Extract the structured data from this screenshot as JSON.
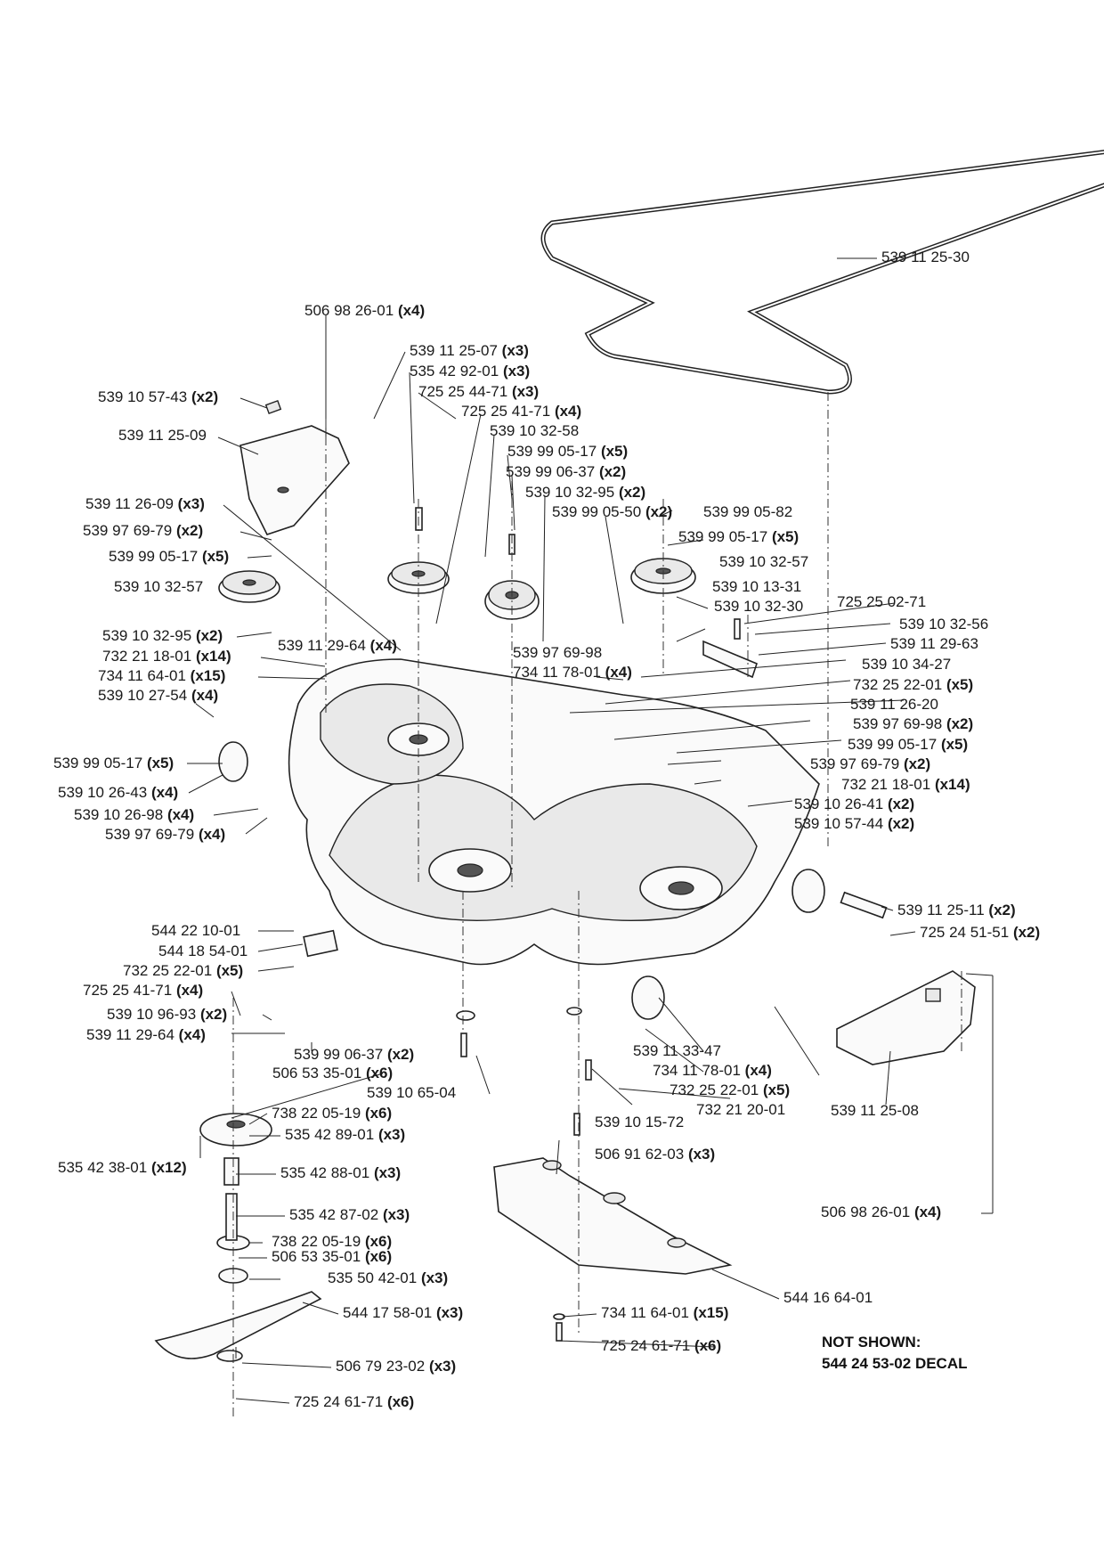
{
  "labels": [
    {
      "id": "l1",
      "pn": "539 11 25-30",
      "qty": ""
    },
    {
      "id": "l2",
      "pn": "506 98 26-01",
      "qty": "(x4)"
    },
    {
      "id": "l3",
      "pn": "539 11 25-07",
      "qty": "(x3)"
    },
    {
      "id": "l4",
      "pn": "535 42 92-01",
      "qty": "(x3)"
    },
    {
      "id": "l5",
      "pn": "725 25 44-71",
      "qty": "(x3)"
    },
    {
      "id": "l6",
      "pn": "725 25 41-71",
      "qty": "(x4)"
    },
    {
      "id": "l7",
      "pn": "539 10 32-58",
      "qty": ""
    },
    {
      "id": "l8",
      "pn": "539 99 05-17",
      "qty": "(x5)"
    },
    {
      "id": "l9",
      "pn": "539 99 06-37",
      "qty": "(x2)"
    },
    {
      "id": "l10",
      "pn": "539 10 32-95",
      "qty": "(x2)"
    },
    {
      "id": "l11",
      "pn": "539 99 05-50",
      "qty": "(x2)"
    },
    {
      "id": "l12",
      "pn": "539 99 05-82",
      "qty": ""
    },
    {
      "id": "l13",
      "pn": "539 10 57-43",
      "qty": "(x2)"
    },
    {
      "id": "l14",
      "pn": "539 11 25-09",
      "qty": ""
    },
    {
      "id": "l15",
      "pn": "539 11 26-09",
      "qty": "(x3)"
    },
    {
      "id": "l16",
      "pn": "539 97 69-79",
      "qty": "(x2)"
    },
    {
      "id": "l17",
      "pn": "539 99 05-17",
      "qty": "(x5)"
    },
    {
      "id": "l18",
      "pn": "539 10 32-57",
      "qty": ""
    },
    {
      "id": "l19",
      "pn": "539 10 32-95",
      "qty": "(x2)"
    },
    {
      "id": "l20",
      "pn": "539 11 29-64",
      "qty": "(x4)"
    },
    {
      "id": "l21",
      "pn": "732 21 18-01",
      "qty": "(x14)"
    },
    {
      "id": "l22",
      "pn": "734 11 64-01",
      "qty": "(x15)"
    },
    {
      "id": "l23",
      "pn": "539 10 27-54",
      "qty": "(x4)"
    },
    {
      "id": "l24",
      "pn": "539 99 05-17",
      "qty": "(x5)"
    },
    {
      "id": "l25",
      "pn": "539 10 32-57",
      "qty": ""
    },
    {
      "id": "l26",
      "pn": "539 10 13-31",
      "qty": ""
    },
    {
      "id": "l27",
      "pn": "539 10 32-30",
      "qty": ""
    },
    {
      "id": "l28",
      "pn": "725 25 02-71",
      "qty": ""
    },
    {
      "id": "l29",
      "pn": "539 10 32-56",
      "qty": ""
    },
    {
      "id": "l30",
      "pn": "539 11 29-63",
      "qty": ""
    },
    {
      "id": "l31",
      "pn": "539 97 69-98",
      "qty": ""
    },
    {
      "id": "l32",
      "pn": "734 11 78-01",
      "qty": "(x4)"
    },
    {
      "id": "l33",
      "pn": "539 10 34-27",
      "qty": ""
    },
    {
      "id": "l34",
      "pn": "732 25 22-01",
      "qty": "(x5)"
    },
    {
      "id": "l35",
      "pn": "539 11 26-20",
      "qty": ""
    },
    {
      "id": "l36",
      "pn": "539 97 69-98",
      "qty": "(x2)"
    },
    {
      "id": "l37",
      "pn": "539 99 05-17",
      "qty": "(x5)"
    },
    {
      "id": "l38",
      "pn": "539 97 69-79",
      "qty": "(x2)"
    },
    {
      "id": "l39",
      "pn": "732 21 18-01",
      "qty": "(x14)"
    },
    {
      "id": "l40",
      "pn": "539 10 26-41",
      "qty": "(x2)"
    },
    {
      "id": "l41",
      "pn": "539 10 57-44",
      "qty": "(x2)"
    },
    {
      "id": "l42",
      "pn": "539 99 05-17",
      "qty": "(x5)"
    },
    {
      "id": "l43",
      "pn": "539 10 26-43",
      "qty": "(x4)"
    },
    {
      "id": "l44",
      "pn": "539 10 26-98",
      "qty": "(x4)"
    },
    {
      "id": "l45",
      "pn": "539 97 69-79",
      "qty": "(x4)"
    },
    {
      "id": "l46",
      "pn": "539 11 25-11",
      "qty": "(x2)"
    },
    {
      "id": "l47",
      "pn": "725 24 51-51",
      "qty": "(x2)"
    },
    {
      "id": "l48",
      "pn": "544 22 10-01",
      "qty": ""
    },
    {
      "id": "l49",
      "pn": "544 18 54-01",
      "qty": ""
    },
    {
      "id": "l50",
      "pn": "732 25 22-01",
      "qty": "(x5)"
    },
    {
      "id": "l51",
      "pn": "725 25 41-71",
      "qty": "(x4)"
    },
    {
      "id": "l52",
      "pn": "539 10 96-93",
      "qty": "(x2)"
    },
    {
      "id": "l53",
      "pn": "539 11 29-64",
      "qty": "(x4)"
    },
    {
      "id": "l54",
      "pn": "539 99 06-37",
      "qty": "(x2)"
    },
    {
      "id": "l55",
      "pn": "506 53 35-01",
      "qty": "(x6)"
    },
    {
      "id": "l56",
      "pn": "539 10 65-04",
      "qty": ""
    },
    {
      "id": "l57",
      "pn": "738 22 05-19",
      "qty": "(x6)"
    },
    {
      "id": "l58",
      "pn": "535 42 89-01",
      "qty": "(x3)"
    },
    {
      "id": "l59",
      "pn": "539 11 33-47",
      "qty": ""
    },
    {
      "id": "l60",
      "pn": "734 11 78-01",
      "qty": "(x4)"
    },
    {
      "id": "l61",
      "pn": "732 25 22-01",
      "qty": "(x5)"
    },
    {
      "id": "l62",
      "pn": "539 10 15-72",
      "qty": ""
    },
    {
      "id": "l63",
      "pn": "732 21 20-01",
      "qty": ""
    },
    {
      "id": "l64",
      "pn": "539 11 25-08",
      "qty": ""
    },
    {
      "id": "l65",
      "pn": "535 42 38-01",
      "qty": "(x12)"
    },
    {
      "id": "l66",
      "pn": "535 42 88-01",
      "qty": "(x3)"
    },
    {
      "id": "l67",
      "pn": "506 91 62-03",
      "qty": "(x3)"
    },
    {
      "id": "l68",
      "pn": "535 42 87-02",
      "qty": "(x3)"
    },
    {
      "id": "l69",
      "pn": "506 98 26-01",
      "qty": "(x4)"
    },
    {
      "id": "l70",
      "pn": "738 22 05-19",
      "qty": "(x6)"
    },
    {
      "id": "l71",
      "pn": "506 53 35-01",
      "qty": "(x6)"
    },
    {
      "id": "l72",
      "pn": "535 50 42-01",
      "qty": "(x3)"
    },
    {
      "id": "l73",
      "pn": "544 16 64-01",
      "qty": ""
    },
    {
      "id": "l74",
      "pn": "544 17 58-01",
      "qty": "(x3)"
    },
    {
      "id": "l75",
      "pn": "734 11 64-01",
      "qty": "(x15)"
    },
    {
      "id": "l76",
      "pn": "725 24 61-71",
      "qty": "(x6)"
    },
    {
      "id": "l77",
      "pn": "506 79 23-02",
      "qty": "(x3)"
    },
    {
      "id": "l78",
      "pn": "725 24 61-71",
      "qty": "(x6)"
    }
  ],
  "note": {
    "heading": "NOT SHOWN:",
    "part_number": "544 24 53-02",
    "description": "DECAL"
  }
}
